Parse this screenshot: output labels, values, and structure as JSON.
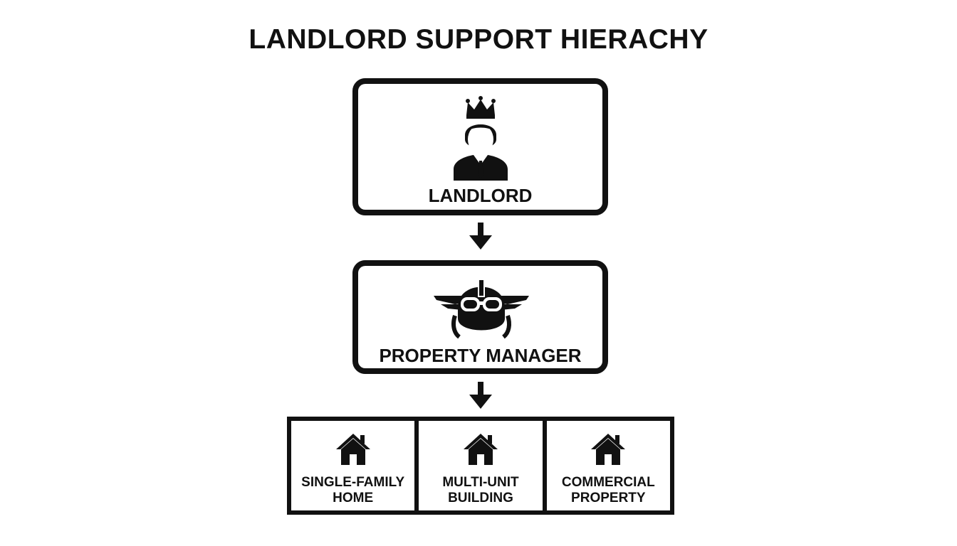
{
  "diagram": {
    "title": "LANDLORD SUPPORT HIERACHY",
    "nodes": [
      {
        "label": "LANDLORD",
        "icon": "crowned-person-icon"
      },
      {
        "label": "PROPERTY MANAGER",
        "icon": "pilot-goggles-icon"
      }
    ],
    "property_types": [
      {
        "line1": "SINGLE-FAMILY",
        "line2": "HOME",
        "icon": "house-icon"
      },
      {
        "line1": "MULTI-UNIT",
        "line2": "BUILDING",
        "icon": "house-icon"
      },
      {
        "line1": "COMMERCIAL",
        "line2": "PROPERTY",
        "icon": "house-icon"
      }
    ],
    "colors": {
      "stroke": "#111111",
      "background": "#ffffff"
    }
  }
}
